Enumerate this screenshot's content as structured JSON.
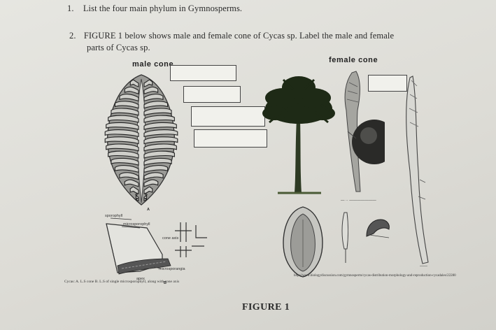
{
  "question1": {
    "number": "1.",
    "text": "List the four main phylum in Gymnosperms."
  },
  "question2": {
    "number": "2.",
    "line1": "FIGURE 1 below shows male and female cone of Cycas sp. Label the male and female",
    "line2": "parts of Cycas sp."
  },
  "labels": {
    "male": "male cone",
    "female": "female cone"
  },
  "micro_labels": {
    "sporophyll": "sporophyll",
    "microsporophyll": "microsporophyll",
    "cone_axis": "cone axis",
    "microsporangia": "microsporangia",
    "apex": "apex",
    "A": "A",
    "B": "B"
  },
  "captions": {
    "left": "Cycas: A. L.S cone B. L.S of single microsporophyll, along with cone axis",
    "url": "http://www.biologydiscussion.com/gymnosperm/cycas-distribution-morphology-and-reproduction-cycadales/22280",
    "figure": "FIGURE 1"
  }
}
